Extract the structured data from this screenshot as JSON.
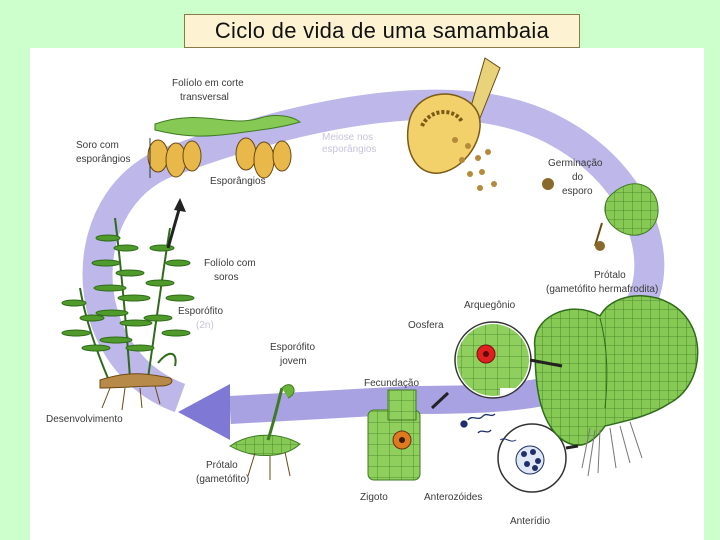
{
  "title": "Ciclo de vida de uma samambaia",
  "labels": {
    "foliolo_corte_1": "Folíolo em corte",
    "foliolo_corte_2": "transversal",
    "soro_1": "Soro com",
    "soro_2": "esporângios",
    "esporangios": "Esporângios",
    "foliolo_soros_1": "Folíolo com",
    "foliolo_soros_2": "soros",
    "esporofito": "Esporófito",
    "esporofito_ploidy": "(2n)",
    "desenvolvimento": "Desenvolvimento",
    "esporofito_jovem_1": "Esporófito",
    "esporofito_jovem_2": "jovem",
    "fecundacao": "Fecundação",
    "oosfera": "Oosfera",
    "arquegonio": "Arquegônio",
    "germinacao_1": "Germinação",
    "germinacao_2": "do",
    "germinacao_3": "esporo",
    "protalo_herm_1": "Prótalo",
    "protalo_herm_2": "(gametófito hermafrodita)",
    "protalo_1": "Prótalo",
    "protalo_2": "(gametófito)",
    "zigoto": "Zigoto",
    "anterozoides": "Anterozóides",
    "anteridio": "Anterídio",
    "meiose_faint_1": "Meiose nos",
    "meiose_faint_2": "esporângios"
  },
  "colors": {
    "background": "#ccffcc",
    "title_box": "#fdf3d2",
    "cycle_arrow": "#b8b2e6",
    "cycle_arrow_dark": "#6f68c8",
    "tissue_green": "#7cc24a",
    "sporangium": "#e8b84a",
    "oosphere": "#e02020",
    "zygote": "#d07020"
  }
}
